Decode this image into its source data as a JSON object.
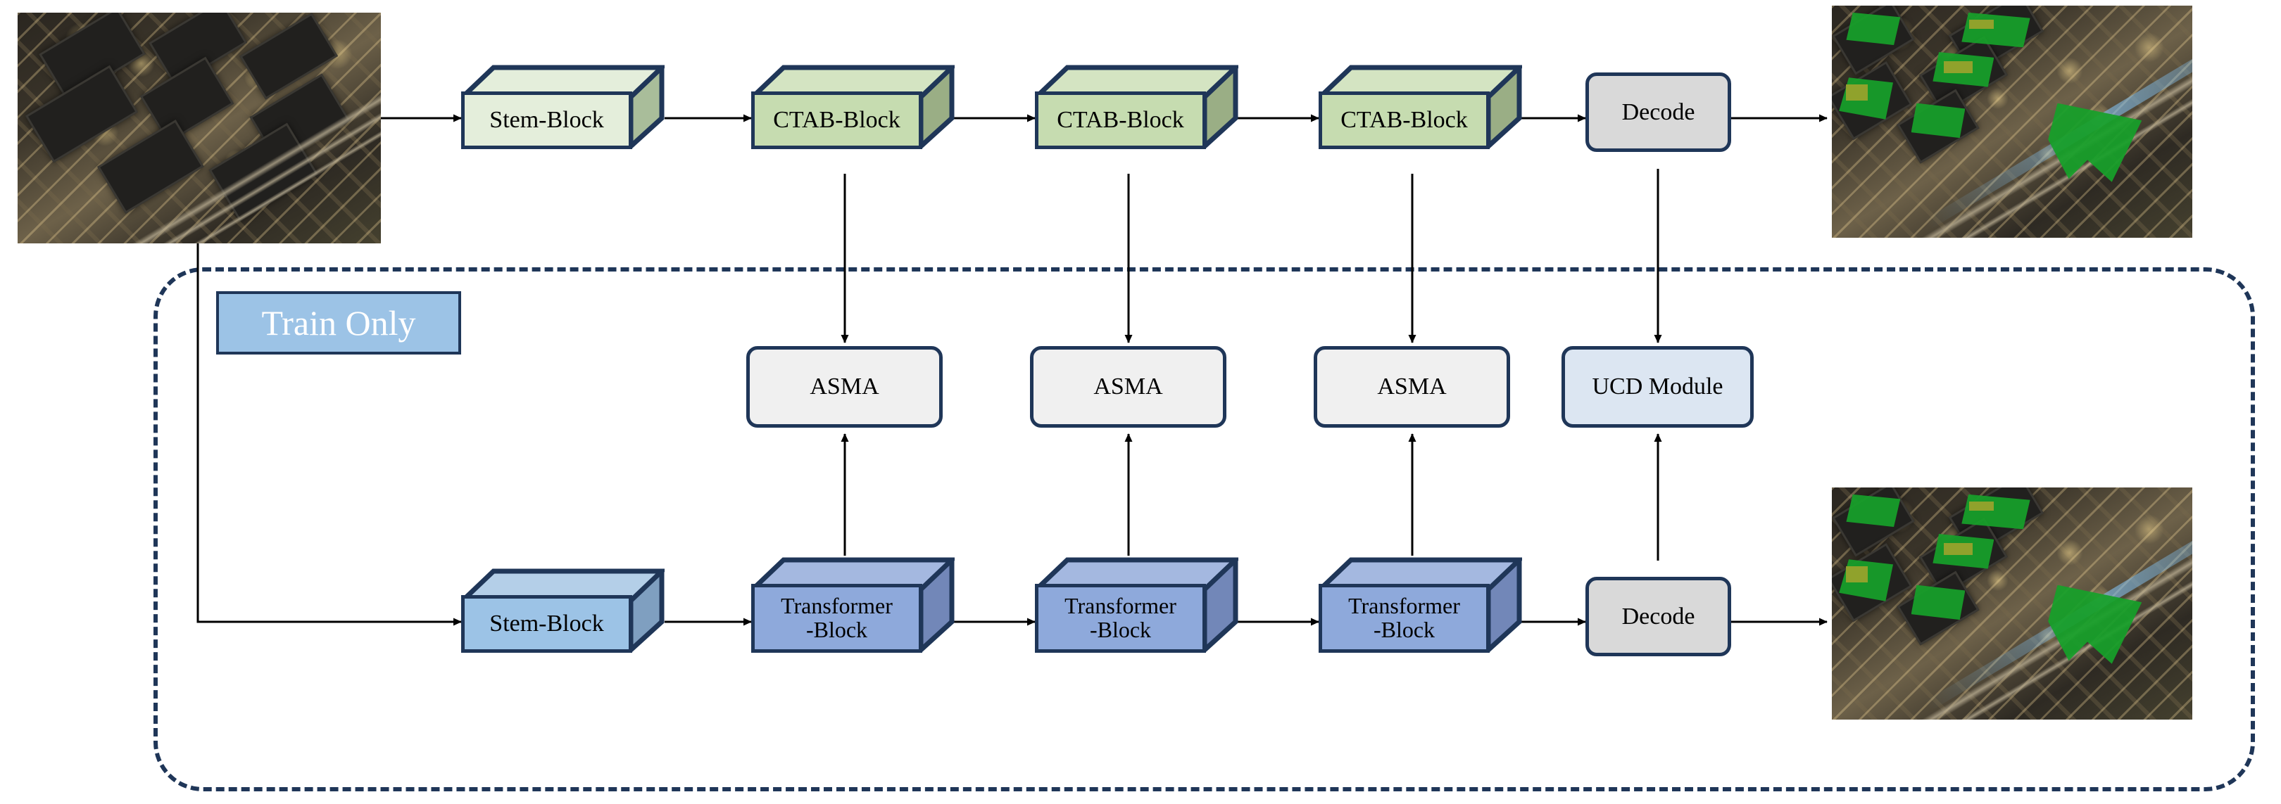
{
  "diagram": {
    "title": "Network architecture pipeline with Train Only branch",
    "colors": {
      "outline": "#1f3658",
      "stem_top_face": "#e4eedb",
      "ctab_face": "#c6dcb0",
      "decode_face": "#d9d9d9",
      "asma_face": "#f0f0f0",
      "ucd_face": "#dce6f2",
      "stem_blue_face": "#9cc3e6",
      "transformer_face": "#8ea9db",
      "badge_fill": "#9cc3e6",
      "badge_text": "#ffffff",
      "segmentation_green": "#17a02a"
    },
    "train_only_badge": {
      "label": "Train Only"
    },
    "inference_row": {
      "input_image_alt": "nighttime aerial satellite image of city blocks and highway",
      "output_image_alt": "nighttime aerial satellite image with green building segmentation overlay",
      "nodes": [
        {
          "id": "stem-block-top",
          "label": "Stem-Block",
          "shape": "cube"
        },
        {
          "id": "ctab-block-1",
          "label": "CTAB-Block",
          "shape": "cube"
        },
        {
          "id": "ctab-block-2",
          "label": "CTAB-Block",
          "shape": "cube"
        },
        {
          "id": "ctab-block-3",
          "label": "CTAB-Block",
          "shape": "cube"
        },
        {
          "id": "decode-top",
          "label": "Decode",
          "shape": "rounded"
        }
      ]
    },
    "middle_row": {
      "nodes": [
        {
          "id": "asma-1",
          "label": "ASMA",
          "shape": "rounded"
        },
        {
          "id": "asma-2",
          "label": "ASMA",
          "shape": "rounded"
        },
        {
          "id": "asma-3",
          "label": "ASMA",
          "shape": "rounded"
        },
        {
          "id": "ucd-module",
          "label": "UCD Module",
          "shape": "rounded"
        }
      ]
    },
    "train_row": {
      "output_image_alt": "nighttime aerial satellite image with green building segmentation overlay",
      "nodes": [
        {
          "id": "stem-block-bottom",
          "label": "Stem-Block",
          "shape": "cube"
        },
        {
          "id": "transformer-block-1",
          "label": "Transformer\n-Block",
          "line1": "Transformer",
          "line2": "-Block",
          "shape": "cube"
        },
        {
          "id": "transformer-block-2",
          "label": "Transformer\n-Block",
          "line1": "Transformer",
          "line2": "-Block",
          "shape": "cube"
        },
        {
          "id": "transformer-block-3",
          "label": "Transformer\n-Block",
          "line1": "Transformer",
          "line2": "-Block",
          "shape": "cube"
        },
        {
          "id": "decode-bottom",
          "label": "Decode",
          "shape": "rounded"
        }
      ]
    }
  }
}
